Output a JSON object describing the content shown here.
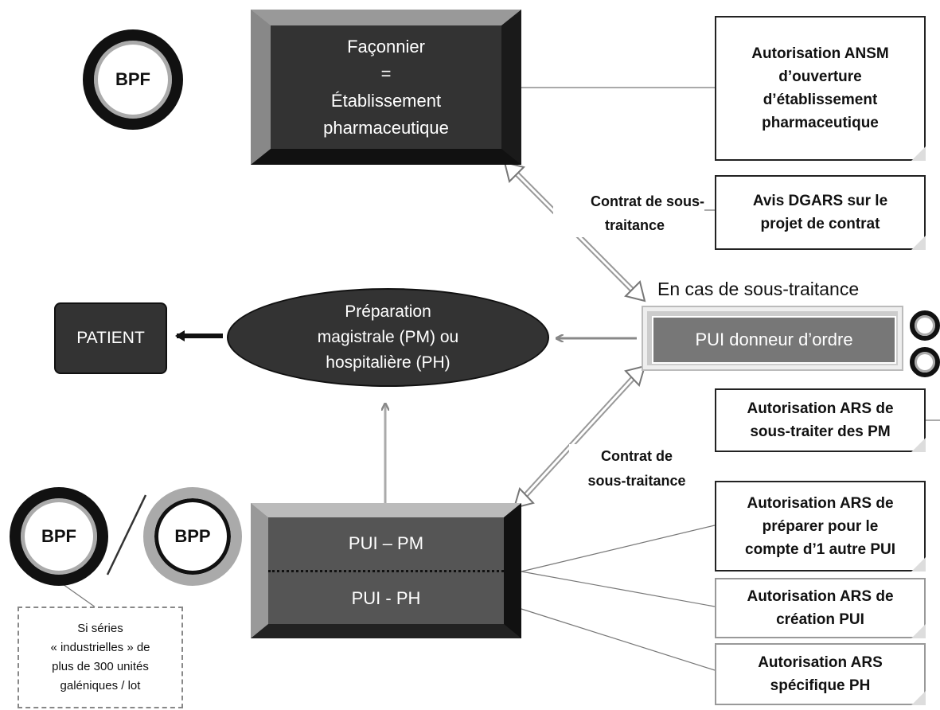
{
  "rings": {
    "top_left": "BPF",
    "bottom_left_a": "BPF",
    "bottom_left_b": "BPP"
  },
  "faconnier": {
    "line1": "Façonnier",
    "line2": "=",
    "line3": "Établissement",
    "line4": "pharmaceutique"
  },
  "notes": {
    "ansm": [
      "Autorisation ANSM",
      "d’ouverture",
      "d’établissement",
      "pharmaceutique"
    ],
    "dgars": [
      "Avis DGARS sur le",
      "projet de contrat"
    ],
    "ars_sous_traiter": [
      "Autorisation ARS de",
      "sous-traiter des PM"
    ],
    "ars_preparer": [
      "Autorisation ARS de",
      "préparer pour le",
      "compte d’1 autre PUI"
    ],
    "ars_creation": [
      "Autorisation ARS de",
      "création PUI"
    ],
    "ars_ph": [
      "Autorisation ARS",
      "spécifique PH"
    ]
  },
  "contrat_top": [
    "Contrat de sous-",
    "traitance"
  ],
  "contrat_bottom": [
    "Contrat de",
    "sous-traitance"
  ],
  "en_cas": "En cas de sous-traitance",
  "pui_donneur": "PUI donneur d’ordre",
  "preparation": [
    "Préparation",
    "magistrale (PM) ou",
    "hospitalière (PH)"
  ],
  "patient": "PATIENT",
  "pui_pm": "PUI – PM",
  "pui_ph": "PUI - PH",
  "series_note": [
    "Si séries",
    "« industrielles » de",
    "plus de 300 unités",
    "galéniques / lot"
  ]
}
